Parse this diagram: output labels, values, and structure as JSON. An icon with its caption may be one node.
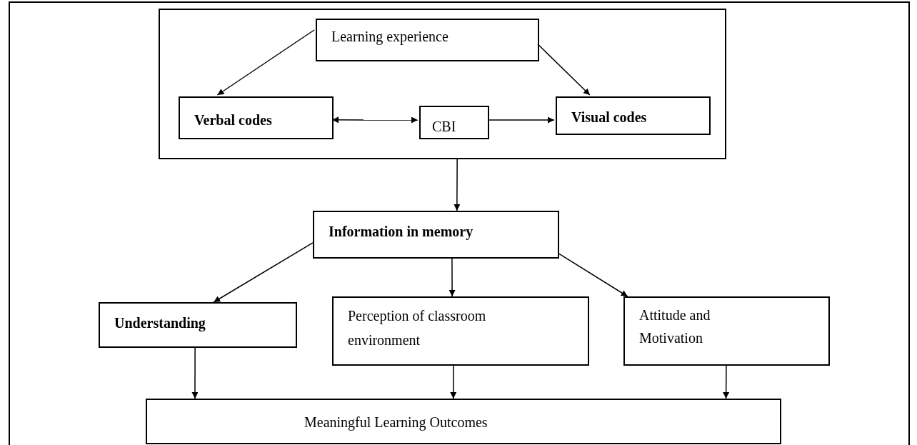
{
  "diagram": {
    "nodes": [
      {
        "text": [],
        "shape": "box"
      },
      {
        "text": [
          "Learning experience"
        ],
        "in": 0
      },
      {
        "text": [
          "Verbal codes"
        ],
        "in": 0
      },
      {
        "text": [
          "CBI"
        ],
        "in": 0
      },
      {
        "text": [
          "Visual codes"
        ],
        "in": 0
      },
      {
        "text": [
          "Information in memory"
        ]
      },
      {
        "text": [
          "Understanding"
        ]
      },
      {
        "text": [
          "Perception of classroom environment"
        ]
      },
      {
        "text": [
          "Attitude and Motivation"
        ]
      },
      {
        "text": [
          "Meaningful Learning Outcomes"
        ]
      }
    ],
    "edges": [
      {
        "from": 1,
        "to": 2,
        "arrow": "to"
      },
      {
        "from": 1,
        "to": 4,
        "arrow": "to"
      },
      {
        "from": 2,
        "to": 3,
        "arrow": "both"
      },
      {
        "from": 3,
        "to": 4,
        "arrow": "to"
      },
      {
        "from": 0,
        "to": 5,
        "arrow": "to"
      },
      {
        "from": 5,
        "to": 6,
        "arrow": "to"
      },
      {
        "from": 5,
        "to": 7,
        "arrow": "to"
      },
      {
        "from": 5,
        "to": 8,
        "arrow": "to"
      },
      {
        "from": 6,
        "to": 9,
        "arrow": "to"
      },
      {
        "from": 7,
        "to": 9,
        "arrow": "to"
      },
      {
        "from": 8,
        "to": 9,
        "arrow": "to"
      }
    ]
  }
}
